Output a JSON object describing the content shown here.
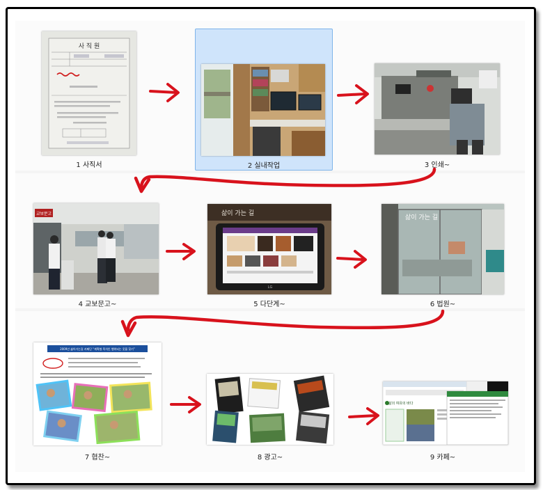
{
  "gallery": {
    "items": [
      {
        "caption": "1 사직서"
      },
      {
        "caption": "2 실내작업"
      },
      {
        "caption": "3 인쇄~"
      },
      {
        "caption": "4 교보문고~"
      },
      {
        "caption": "5 다단계~"
      },
      {
        "caption": "6 법원~"
      },
      {
        "caption": "7 협찬~"
      },
      {
        "caption": "8 광고~"
      },
      {
        "caption": "9 카페~"
      }
    ],
    "selected_index": 1
  },
  "photo_text": {
    "resignation_title": "사 직 원",
    "bookstore_logo": "교보문고",
    "glass_text": "삶이 가는 길",
    "tablet_brand": "LG",
    "sponsor_banner": "2009년 삶이가는길 카페단 “계획형 즉석인 행위되는 옷을 찾기”",
    "cafe_title": "삶의 여유의 바다"
  },
  "colors": {
    "arrow": "#d8121c",
    "selection_fill": "#cfe4fb",
    "selection_border": "#7eb4ea"
  }
}
